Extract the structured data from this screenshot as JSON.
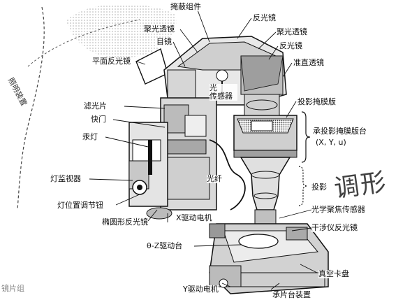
{
  "labels": {
    "mask_assembly": "掩蔽组件",
    "reflector_top": "反光镜",
    "condenser_lens_left": "聚光透镜",
    "condenser_lens_right": "聚光透镜",
    "reflector_right": "反光镜",
    "eyepiece": "目镜",
    "collimating_lens": "准直透镜",
    "plane_reflector": "平面反光镜",
    "light_sensor": "光\n传感器",
    "projection_mask": "投影掩膜版",
    "filter": "滤光片",
    "shutter": "快门",
    "mask_stage": "承投影掩膜版台",
    "mask_stage_axes": "(X, Y, u)",
    "lamp": "汞灯",
    "lamp_monitor": "灯监视器",
    "projection": "投影",
    "optical_fiber": "光纤",
    "lamp_adjust_knob": "灯位置调节钮",
    "ellipsoid_reflector": "椭圆形反光镜",
    "x_drive_motor": "X驱动电机",
    "focus_sensor": "光学聚焦传感器",
    "interferometer_mirror": "干涉仪反光镜",
    "theta_z_stage": "θ-Z驱动台",
    "vacuum_chuck": "真空卡盘",
    "y_drive_motor": "Y驱动电机",
    "wafer_stage": "承片台装置",
    "illumination_device": "照明装置",
    "handwritten_note": "调形",
    "faint_note": "镜片组"
  }
}
